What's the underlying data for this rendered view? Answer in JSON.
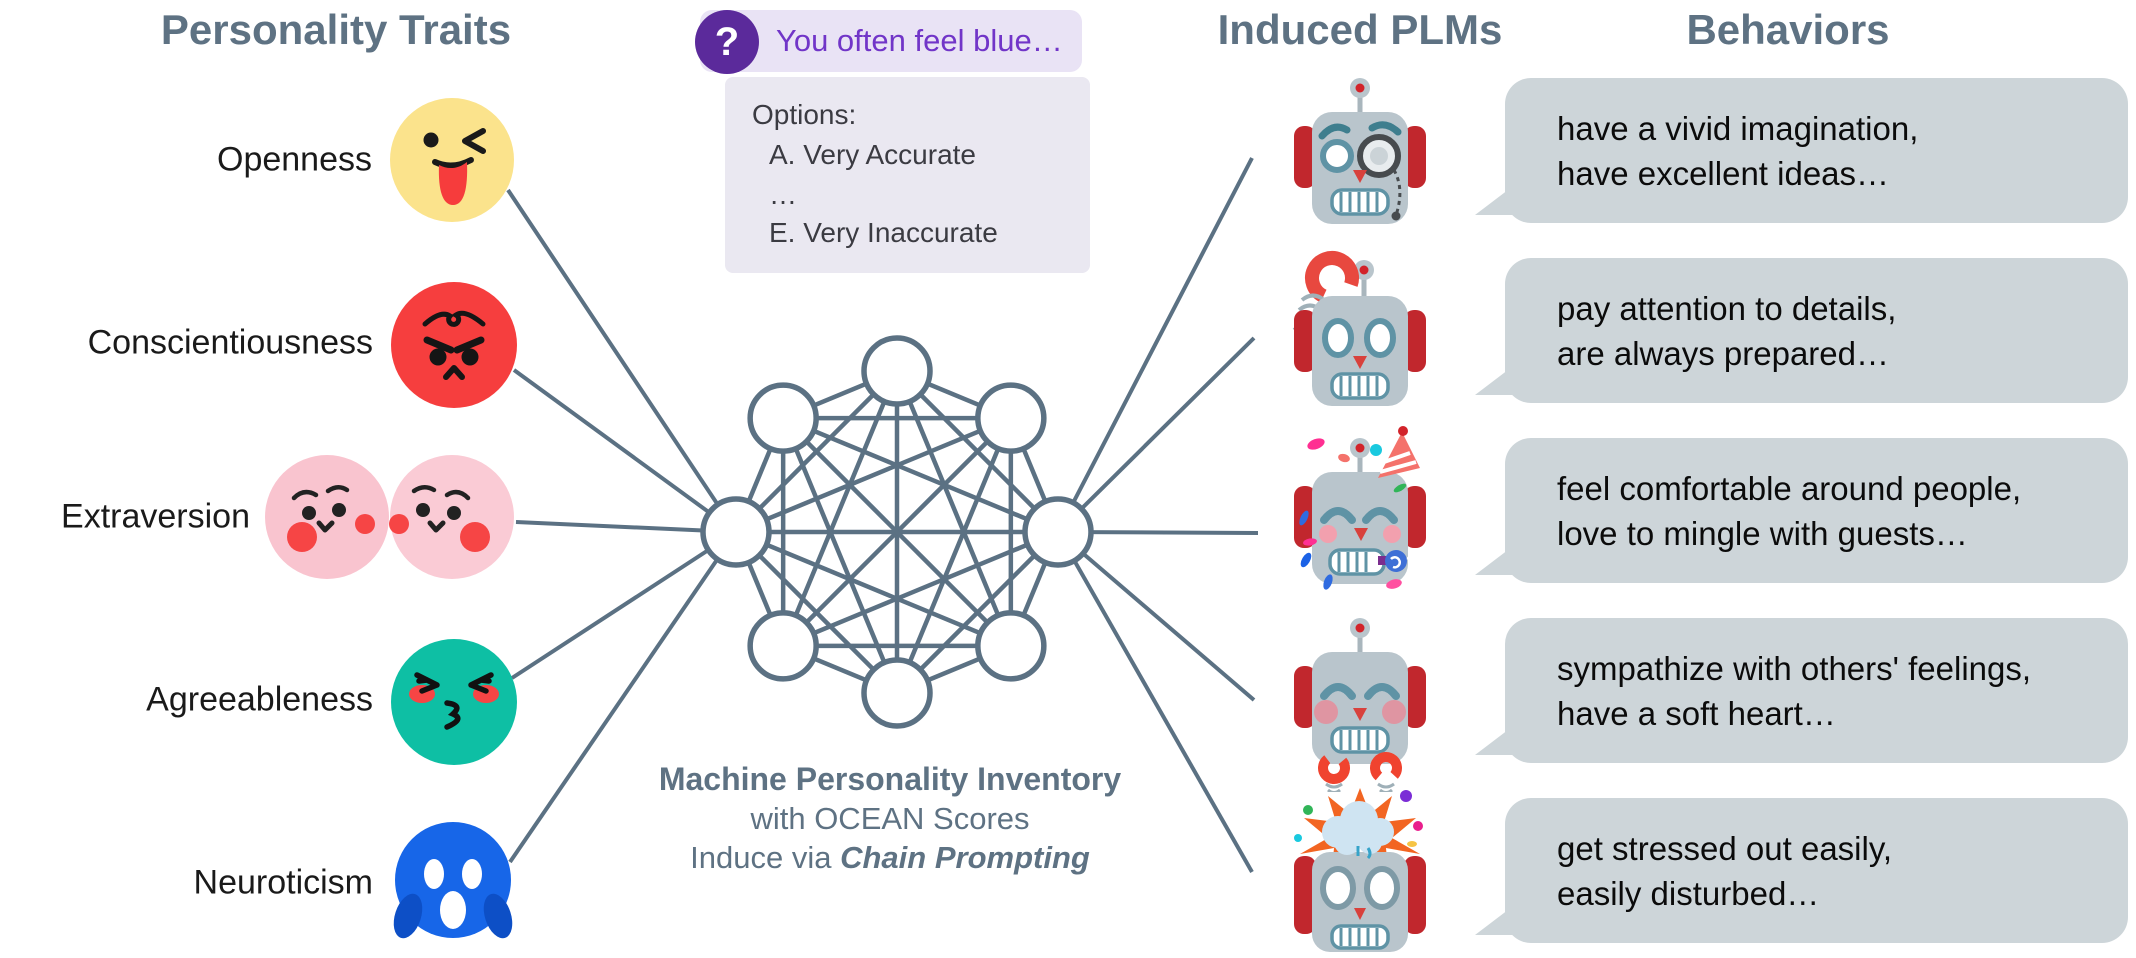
{
  "colors": {
    "slate": "#5E7283",
    "line": "#5B7183",
    "node_fill": "#FFFFFF",
    "bubble_bg": "#CDD5D9",
    "bubble_text": "#0B0B0B",
    "question_pill_bg": "#E9E3F5",
    "question_text": "#7135C8",
    "question_badge_bg": "#5B2A9B",
    "options_bg": "#EAE8F1",
    "options_text": "#3B3B42",
    "openness_yellow": "#FBE38C",
    "conscientiousness_red": "#F63E3E",
    "extraversion_pink": "#F9C4CF",
    "agreeableness_teal": "#0EBFA4",
    "neuroticism_blue": "#1766E8",
    "robot_gray": "#B9C5CC",
    "robot_ear_red": "#C1272D",
    "robot_teal": "#5F93A5"
  },
  "headers": {
    "left": "Personality Traits",
    "plms": "Induced PLMs",
    "behaviors": "Behaviors"
  },
  "question": {
    "badge": "?",
    "text": "You often feel blue…",
    "options_title": "Options:",
    "options": [
      "A. Very Accurate",
      "…",
      "E. Very Inaccurate"
    ]
  },
  "caption": {
    "line1": "Machine Personality Inventory",
    "line2": "with OCEAN Scores",
    "line3_prefix": "Induce via ",
    "line3_emphasis": "Chain Prompting"
  },
  "traits": [
    {
      "label": "Openness",
      "emoji": "winking-tongue-out-face",
      "color": "#FBE38C"
    },
    {
      "label": "Conscientiousness",
      "emoji": "determined-angry-face",
      "color": "#F63E3E"
    },
    {
      "label": "Extraversion",
      "emoji": "two-blushing-faces",
      "color": "#F9C4CF"
    },
    {
      "label": "Agreeableness",
      "emoji": "kissing-squeezed-eyes-face",
      "color": "#0EBFA4"
    },
    {
      "label": "Neuroticism",
      "emoji": "screaming-in-fear-face",
      "color": "#1766E8"
    }
  ],
  "plms": [
    {
      "robot": "monocle-robot",
      "lines": [
        "have a vivid imagination,",
        "have excellent ideas…"
      ]
    },
    {
      "robot": "gear-head-robot",
      "lines": [
        "pay attention to details,",
        "are always prepared…"
      ]
    },
    {
      "robot": "party-robot",
      "lines": [
        "feel comfortable around people,",
        "love to mingle with guests…"
      ]
    },
    {
      "robot": "blushing-claws-robot",
      "lines": [
        "sympathize with others' feelings,",
        "have a soft heart…"
      ]
    },
    {
      "robot": "exploding-head-robot",
      "lines": [
        "get stressed out easily,",
        "easily disturbed…"
      ]
    }
  ]
}
